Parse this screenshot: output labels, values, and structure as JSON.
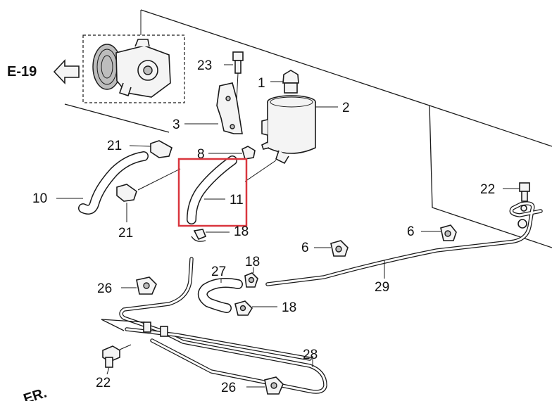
{
  "reference": {
    "label": "E-19"
  },
  "callouts": {
    "p1": "1",
    "p2": "2",
    "p3": "3",
    "p6a": "6",
    "p6b": "6",
    "p8": "8",
    "p10": "10",
    "p11": "11",
    "p18a": "18",
    "p18b": "18",
    "p18c": "18",
    "p21a": "21",
    "p21b": "21",
    "p22a": "22",
    "p22b": "22",
    "p23": "23",
    "p26a": "26",
    "p26b": "26",
    "p27": "27",
    "p28": "28",
    "p29": "29"
  },
  "highlight": {
    "part": "11",
    "color": "#d9363e"
  },
  "corner_text": "ER."
}
